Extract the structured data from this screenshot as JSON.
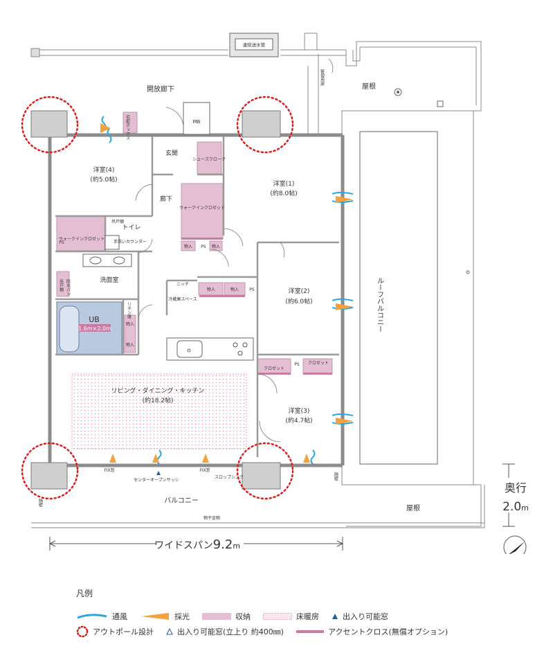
{
  "plan": {
    "labels": {
      "pipe": "連結送水管",
      "corridor": "開放廊下",
      "mgmt_door": "管理用扉",
      "roof_top": "屋根",
      "roof_bottom": "屋根",
      "delivery_box": "宅配ボックス",
      "mb": "MB",
      "entrance": "玄関",
      "shoes_cloak": "シューズクローク",
      "hallway": "廊下",
      "walkin_center": "ウォークインクロゼット",
      "room4": "洋室(4)",
      "room4_size": "(約5.0帖)",
      "room1": "洋室(1)",
      "room1_size": "(約8.0帖)",
      "room2": "洋室(2)",
      "room2_size": "(約6.0帖)",
      "room3": "洋室(3)",
      "room3_size": "(約4.7帖)",
      "toilet": "トイレ",
      "hanging_shelf": "吊戸棚",
      "hand_wash": "手洗いカウンター",
      "walkin_left": "ウォークインクロゼット",
      "ps": "PS",
      "washroom": "洗面室",
      "waterproof_pan": "防水パン",
      "hanging_shelf2": "吊戸棚",
      "niche": "ニッチ",
      "fridge": "冷蔵庫スペース",
      "storage": "物入",
      "linen": "リネン庫",
      "ub": "UB",
      "ub_size": "1.6m×2.0m",
      "ldk": "リビング・ダイニング・キッチン",
      "ldk_size": "(約18.2帖)",
      "closet": "クロゼット",
      "roof_balcony": "ルーフバルコニー",
      "fix_window": "FIX窓",
      "center_sash": "センターオープンサッシ",
      "slop_sink": "スロップシンク",
      "partition": "隔壁",
      "balcony": "バルコニー",
      "laundry": "物干金物"
    },
    "depth_label": "奥行",
    "depth_value": "2.0",
    "depth_unit": "m",
    "span_label": "ワイドスパン",
    "span_value": "9.2",
    "span_unit": "m"
  },
  "legend": {
    "title": "凡例",
    "ventilation": "通風",
    "daylight": "採光",
    "storage": "収納",
    "floor_heating": "床暖房",
    "access_window": "出入り可能窓",
    "outpole": "アウトポール設計",
    "access_window_raised": "出入り可能窓(立上り 約400㎜)",
    "accent_cloth": "アクセントクロス(無償オプション)"
  },
  "colors": {
    "storage": "#e4bfd4",
    "accent": "#c87ba3",
    "wall": "#8c8c8c",
    "pillar": "#cfcfcf",
    "bath": "#b9c9e0",
    "wind": "#29a7e1",
    "light": "#f4a23b",
    "outpole": "#e11919",
    "floor_heat": "#f3c6d0"
  }
}
